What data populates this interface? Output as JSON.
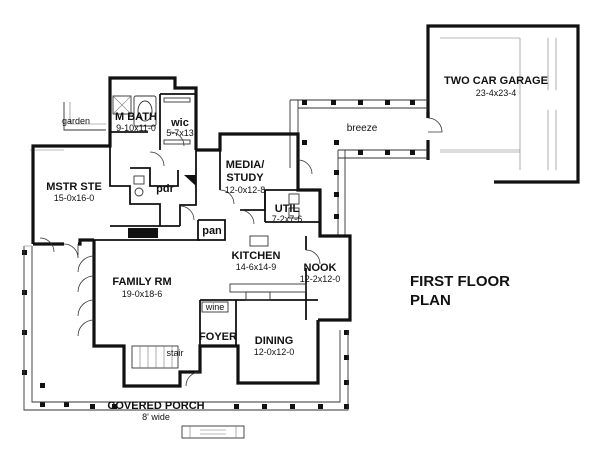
{
  "plan_title": {
    "line1": "FIRST FLOOR",
    "line2": "PLAN"
  },
  "rooms": {
    "garage": {
      "name": "TWO CAR GARAGE",
      "dims": "23-4x23-4"
    },
    "breeze": {
      "name": "breeze"
    },
    "garden": {
      "name": "garden"
    },
    "mbath": {
      "name": "M BATH",
      "dims": "9-10x11-0"
    },
    "wic": {
      "name": "wic",
      "dims": "5-7x13"
    },
    "media": {
      "name1": "MEDIA/",
      "name2": "STUDY",
      "dims": "12-0x12-8"
    },
    "pdr": {
      "name": "pdr"
    },
    "mstr": {
      "name": "MSTR STE",
      "dims": "15-0x16-0"
    },
    "util": {
      "name": "UTIL",
      "dims": "7-2x7-6"
    },
    "pan": {
      "name": "pan"
    },
    "kitchen": {
      "name": "KITCHEN",
      "dims": "14-6x14-9"
    },
    "nook": {
      "name": "NOOK",
      "dims": "12-2x12-0"
    },
    "family": {
      "name": "FAMILY RM",
      "dims": "19-0x18-6"
    },
    "wine": {
      "name": "wine"
    },
    "foyer": {
      "name": "FOYER"
    },
    "dining": {
      "name": "DINING",
      "dims": "12-0x12-0"
    },
    "stair": {
      "name": "stair"
    },
    "porch": {
      "name": "COVERED PORCH",
      "dims": "8' wide"
    }
  }
}
